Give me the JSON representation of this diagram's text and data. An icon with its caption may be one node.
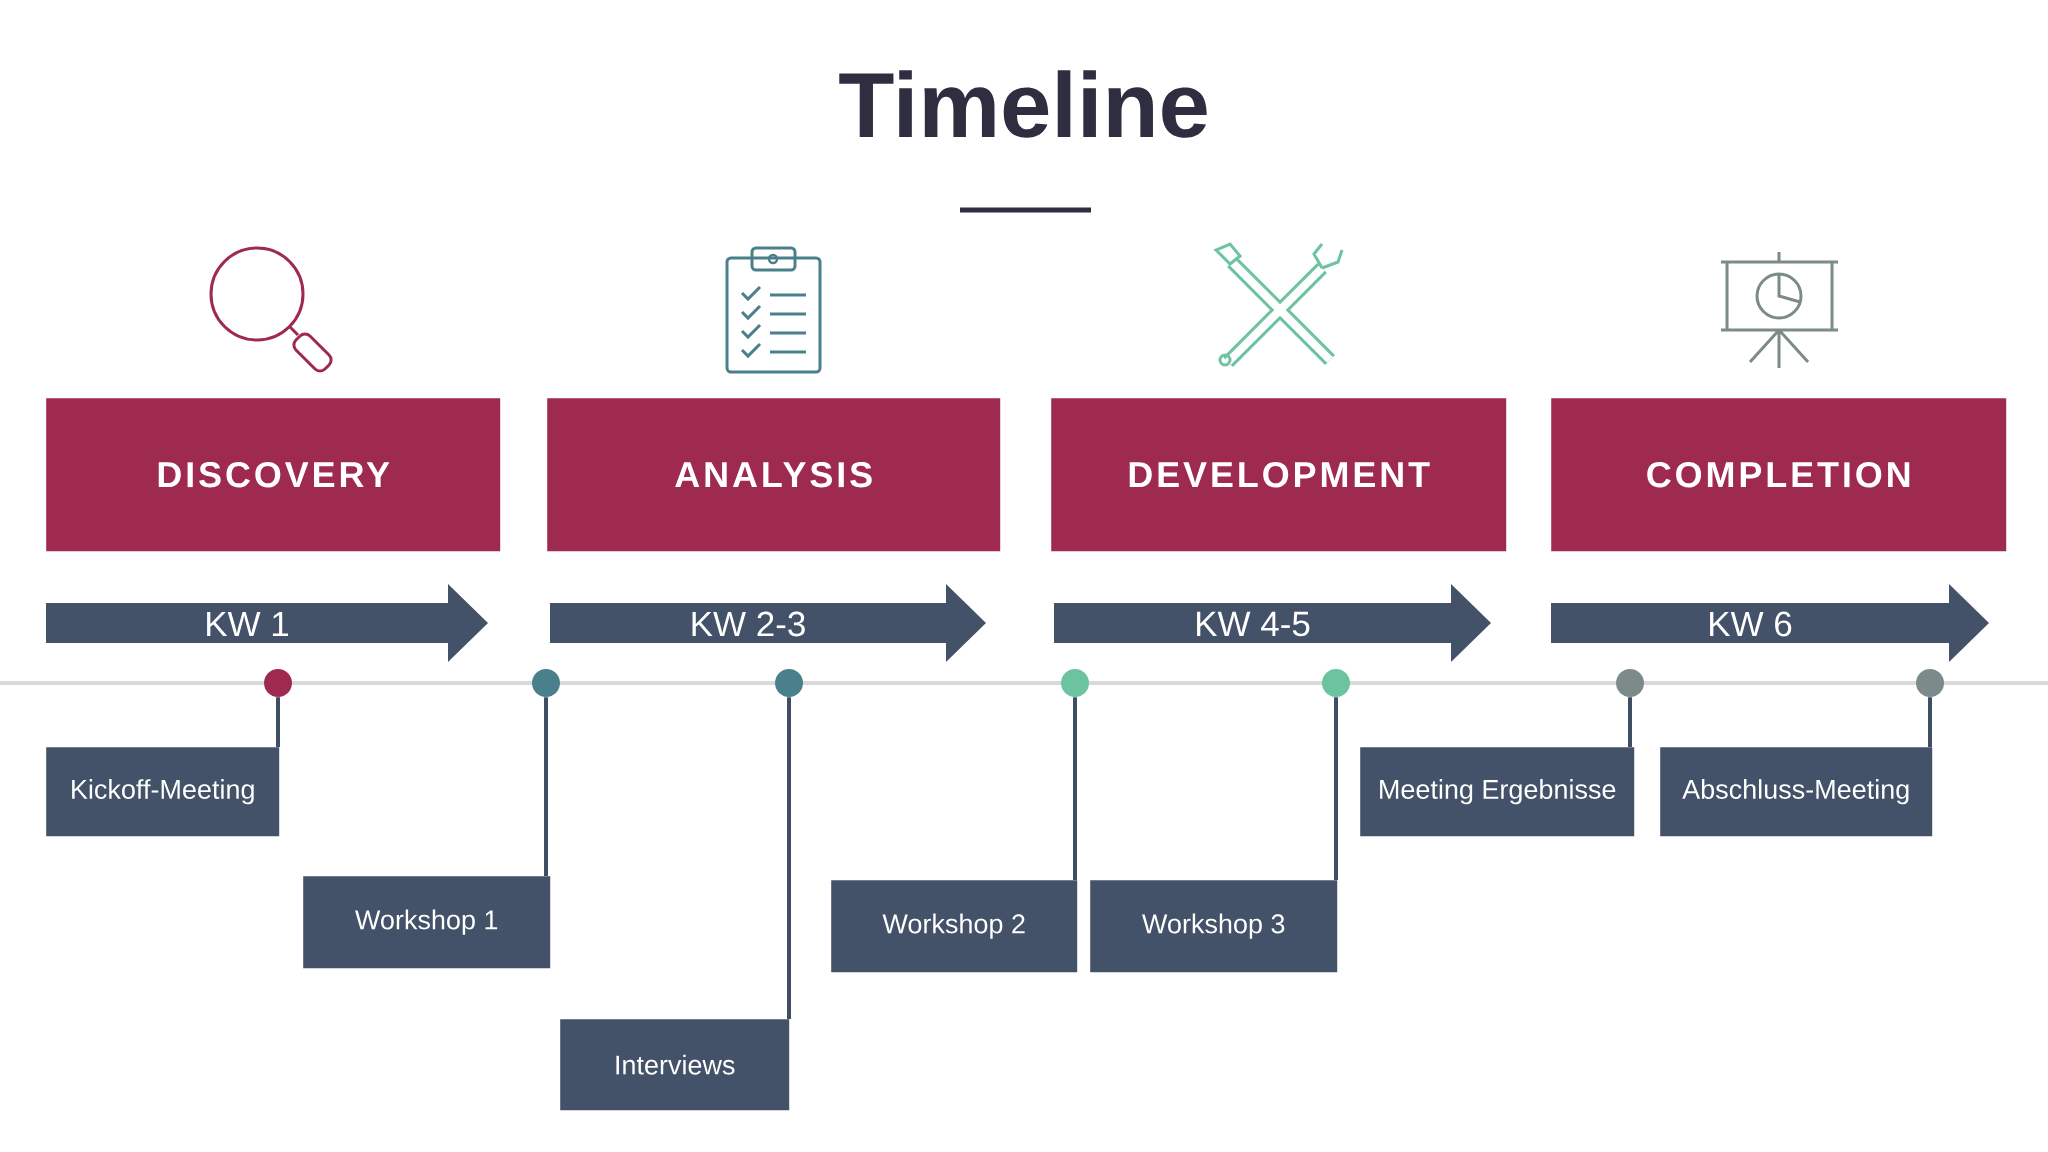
{
  "diagram": {
    "title": "Timeline",
    "nodes": [
      {
        "text": [
          "DISCOVERY"
        ]
      },
      {
        "text": [
          "ANALYSIS"
        ]
      },
      {
        "text": [
          "DEVELOPMENT"
        ]
      },
      {
        "text": [
          "COMPLETION"
        ]
      },
      {
        "text": [
          "KW 1"
        ]
      },
      {
        "text": [
          "KW 2-3"
        ]
      },
      {
        "text": [
          "KW 4-5"
        ]
      },
      {
        "text": [
          "KW 6"
        ]
      },
      {
        "text": [],
        "shape": "circle"
      },
      {
        "text": [],
        "shape": "circle"
      },
      {
        "text": [],
        "shape": "circle"
      },
      {
        "text": [],
        "shape": "circle"
      },
      {
        "text": [],
        "shape": "circle"
      },
      {
        "text": [],
        "shape": "circle"
      },
      {
        "text": [],
        "shape": "circle"
      },
      {
        "text": [
          "Kickoff-Meeting"
        ]
      },
      {
        "text": [
          "Workshop 1"
        ]
      },
      {
        "text": [
          "Interviews"
        ]
      },
      {
        "text": [
          "Workshop 2"
        ]
      },
      {
        "text": [
          "Workshop 3"
        ]
      },
      {
        "text": [
          "Meeting Ergebnisse"
        ]
      },
      {
        "text": [
          "Abschluss-Meeting"
        ]
      }
    ],
    "edges": [
      {
        "from": 8,
        "to": 15,
        "arrow": "none"
      },
      {
        "from": 9,
        "to": 16,
        "arrow": "none"
      },
      {
        "from": 10,
        "to": 17,
        "arrow": "none"
      },
      {
        "from": 11,
        "to": 18,
        "arrow": "none"
      },
      {
        "from": 12,
        "to": 19,
        "arrow": "none"
      },
      {
        "from": 13,
        "to": 20,
        "arrow": "none"
      },
      {
        "from": 14,
        "to": 21,
        "arrow": "none"
      }
    ]
  }
}
